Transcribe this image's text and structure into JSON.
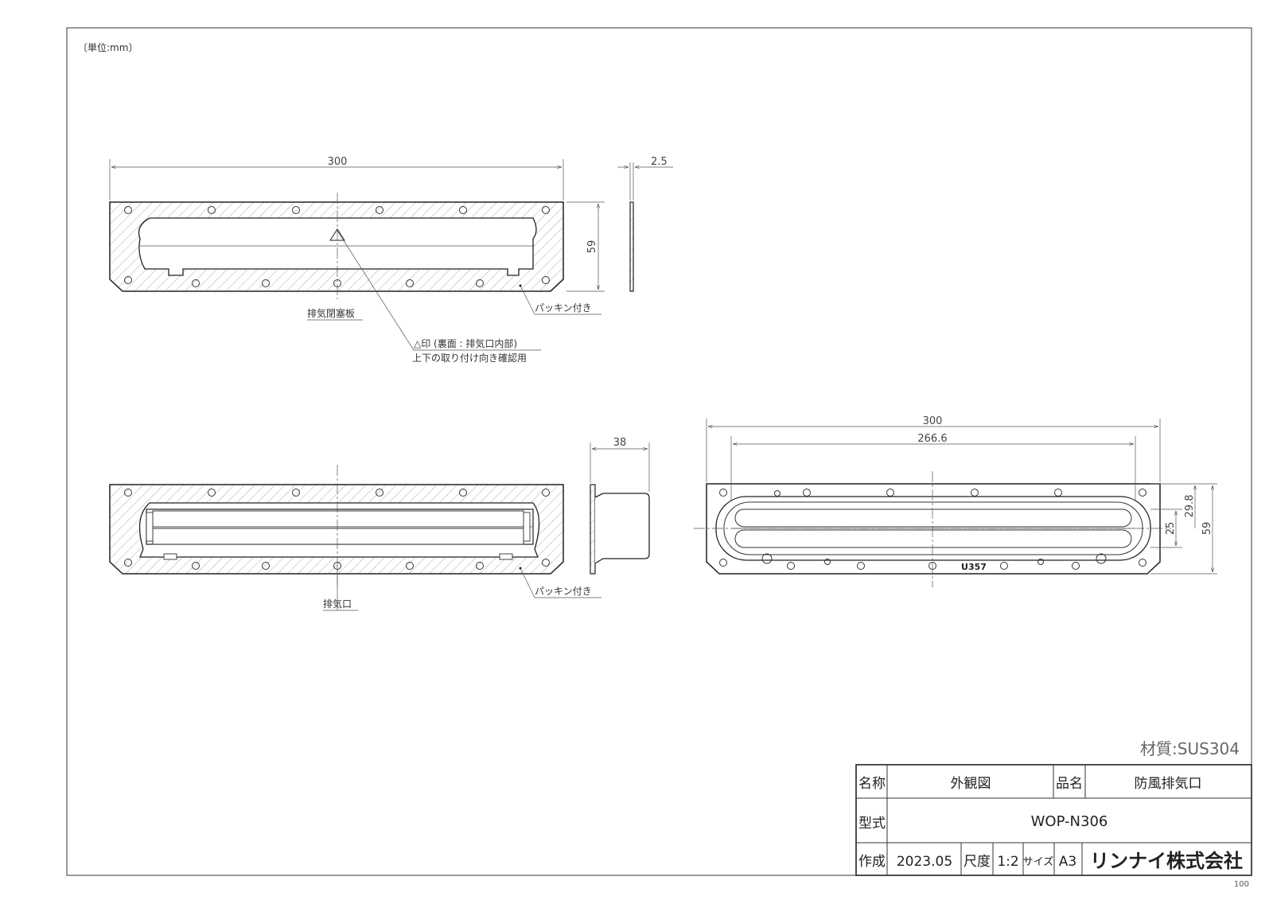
{
  "unit_note": "〔単位:mm〕",
  "front_view": {
    "dim_width": "300",
    "dim_height": "59",
    "dim_thickness": "2.5",
    "label_blocking_plate": "排気閉塞板",
    "label_packing": "パッキン付き",
    "label_triangle_line1": "△印 (裏面 : 排気口内部)",
    "label_triangle_line2": "上下の取り付け向き確認用"
  },
  "rear_view": {
    "label_exhaust": "排気口",
    "label_packing": "パッキン付き",
    "dim_depth": "38"
  },
  "back_view": {
    "dim_width": "300",
    "dim_inner_width": "266.6",
    "dim_298": "29.8",
    "dim_25": "25",
    "dim_59": "59",
    "stamp": "U357"
  },
  "material": "材質:SUS304",
  "title_block": {
    "name_label": "名称",
    "name_value": "外観図",
    "product_label": "品名",
    "product_value": "防風排気口",
    "model_label": "型式",
    "model_value": "WOP-N306",
    "created_label": "作成",
    "created_value": "2023.05",
    "scale_label": "尺度",
    "scale_value": "1:2",
    "size_label": "サイズ",
    "size_value": "A3",
    "company": "リンナイ株式会社"
  },
  "page_number": "100"
}
